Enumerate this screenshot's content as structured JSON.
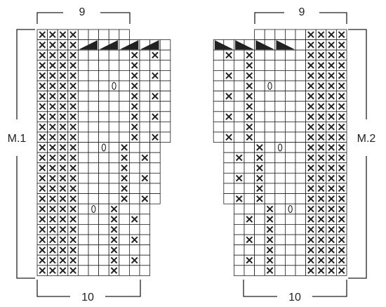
{
  "labels": {
    "left_top": "9",
    "right_top": "9",
    "left_bottom": "10",
    "right_bottom": "10",
    "left_side": "M.1",
    "right_side": "M.2"
  },
  "symbols": {
    "x": "knit-stitch-cross",
    "o": "yarn-over-oval",
    "tri": "decrease-triangle"
  },
  "colors": {
    "line": "#222222",
    "fill": "#222222",
    "bg": "#ffffff"
  },
  "charts": [
    {
      "name": "M.1",
      "rows": [
        "XXXX     ",
        "XXXX TTTTTTTT",
        "XXXX     X X",
        "XXXX     X",
        "XXXX     X X",
        "XXXX   O X",
        "XXXX     X X",
        "XXXX     X",
        "XXXX     X X",
        "XXXX     X",
        "XXXX     X X",
        "XXXX  O X",
        "XXXX    X X",
        "XXXX    X",
        "XXXX    X X",
        "XXXX    X",
        "XXXX    X X",
        "XXXX O X",
        "XXXX   X X",
        "XXXX   X",
        "XXXX   X X",
        "XXXX   X",
        "XXXX   X X",
        "XXXX   X"
      ]
    },
    {
      "name": "M.2",
      "rows": [
        "     XXXX",
        "TTTTTTTT XXXX",
        "X X     XXXX",
        "  X     XXXX",
        "X X     XXXX",
        "  X O   XXXX",
        "X X     XXXX",
        "  X     XXXX",
        "X X     XXXX",
        "  X     XXXX",
        "X X     XXXX",
        "  X O  XXXX",
        "X X    XXXX",
        "  X    XXXX",
        "X X    XXXX",
        "  X    XXXX",
        "X X    XXXX",
        "  X O XXXX",
        "X X   XXXX",
        "  X   XXXX",
        "X X   XXXX",
        "  X   XXXX",
        "X X   XXXX",
        "  X   XXXX"
      ]
    }
  ]
}
